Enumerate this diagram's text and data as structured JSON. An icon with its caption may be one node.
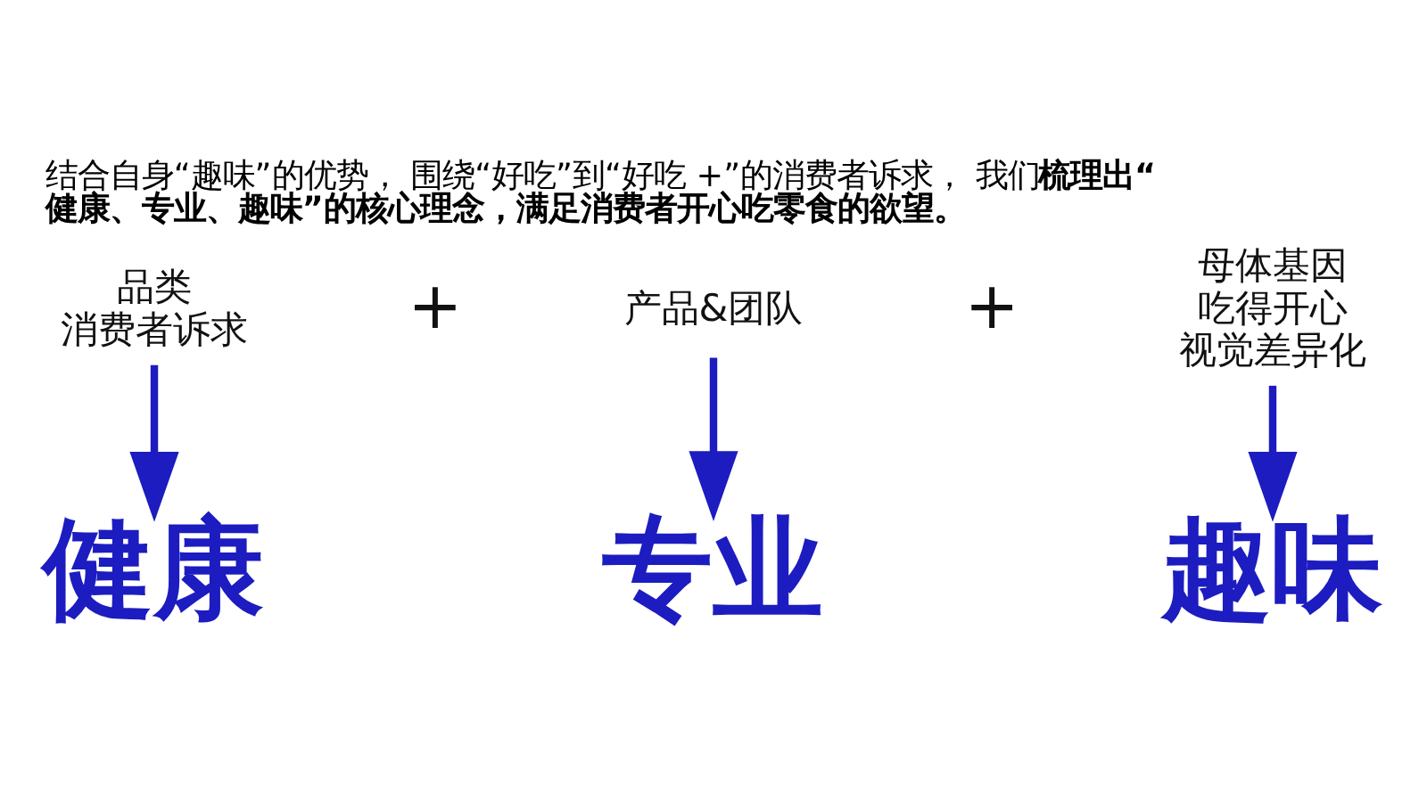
{
  "diagram": {
    "title": "结合自身“趣味”的优势， 围绕“好吃”到“好吃 +”的消费者诉求， 我们**梳理出“健康、专业、趣味”的核心理念，满足消费者开心吃零食的欲望。**",
    "nodes": [
      {
        "text": [
          "品类",
          "消费者诉求"
        ]
      },
      {
        "text": [
          "产品&团队"
        ]
      },
      {
        "text": [
          "母体基因",
          "吃得开心",
          "视觉差异化"
        ]
      },
      {
        "text": [
          "健康"
        ]
      },
      {
        "text": [
          "专业"
        ]
      },
      {
        "text": [
          "趣味"
        ]
      }
    ],
    "edges": [
      {
        "from": 0,
        "to": 3,
        "arrow": "to"
      },
      {
        "from": 1,
        "to": 4,
        "arrow": "to"
      },
      {
        "from": 2,
        "to": 5,
        "arrow": "to"
      }
    ],
    "labels": [
      "+",
      "+"
    ]
  }
}
